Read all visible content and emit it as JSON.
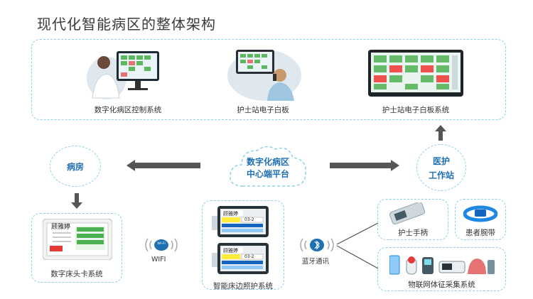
{
  "title": "现代化智能病区的整体架构",
  "top_systems": [
    {
      "label": "数字化病区控制系统"
    },
    {
      "label": "护士站电子白板"
    },
    {
      "label": "护士站电子白板系统"
    }
  ],
  "center": {
    "line1": "数字化病区",
    "line2": "中心端平台"
  },
  "ward": {
    "label": "病房"
  },
  "nurse_station": {
    "line1": "医护",
    "line2": "工作站"
  },
  "bedside_card": {
    "label": "数字床头卡系统",
    "card_name": "顾雅婷"
  },
  "wifi": {
    "label": "WIFI",
    "badge": "WI-FI"
  },
  "bedside_care": {
    "label": "智能床边照护系统",
    "screen_name": "顾雅婷",
    "bed_no": "03-2"
  },
  "bluetooth": {
    "label": "蓝牙通讯"
  },
  "devices": [
    {
      "label": "护士手柄"
    },
    {
      "label": "患者腕带"
    },
    {
      "label": "物联网体征采集系统"
    }
  ],
  "colors": {
    "accent": "#1f6fb5",
    "dash": "#8fd0e6",
    "arrow": "#555555"
  }
}
